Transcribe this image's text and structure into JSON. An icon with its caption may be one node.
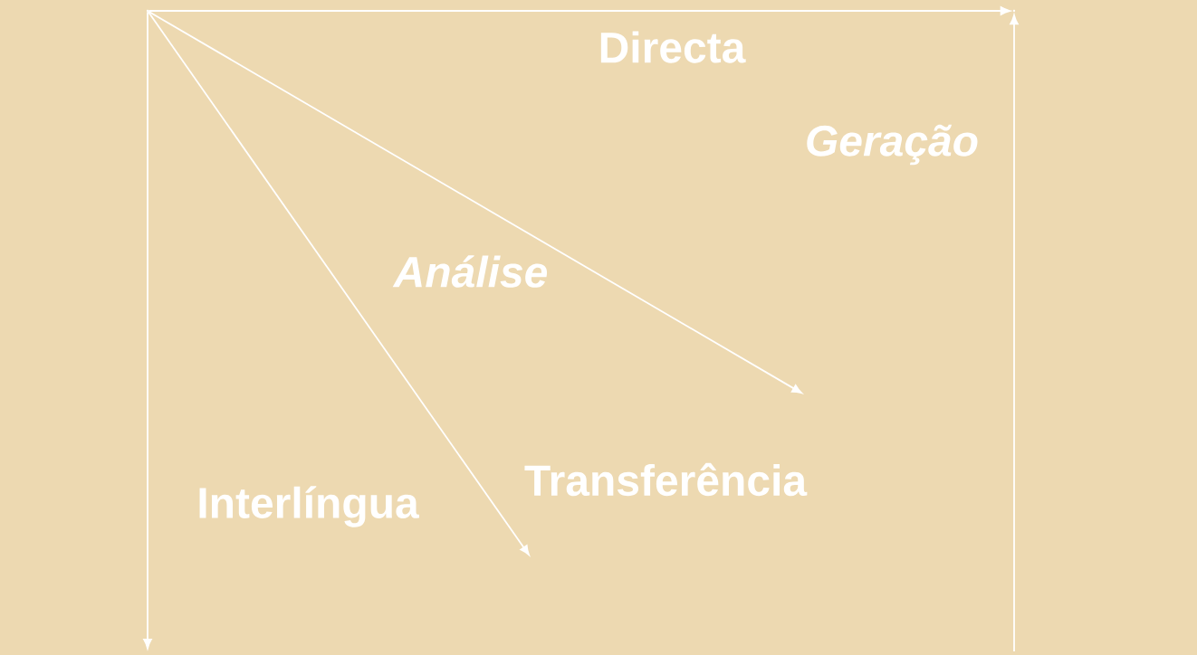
{
  "diagram": {
    "nodes": [
      {
        "text": [],
        "shape": "point"
      },
      {
        "text": [],
        "shape": "point"
      }
    ],
    "edges": [
      {
        "from": 0,
        "to": 1,
        "arrow": "to"
      },
      {
        "from": 0,
        "to": null,
        "arrow": "to"
      },
      {
        "from": 0,
        "to": null,
        "arrow": "to"
      },
      {
        "from": 0,
        "to": null,
        "arrow": "to"
      },
      {
        "from": null,
        "to": 1,
        "arrow": "to"
      }
    ],
    "labels": [
      "Directa",
      "Análise",
      "Geração",
      "Transferência",
      "Interlíngua"
    ]
  }
}
